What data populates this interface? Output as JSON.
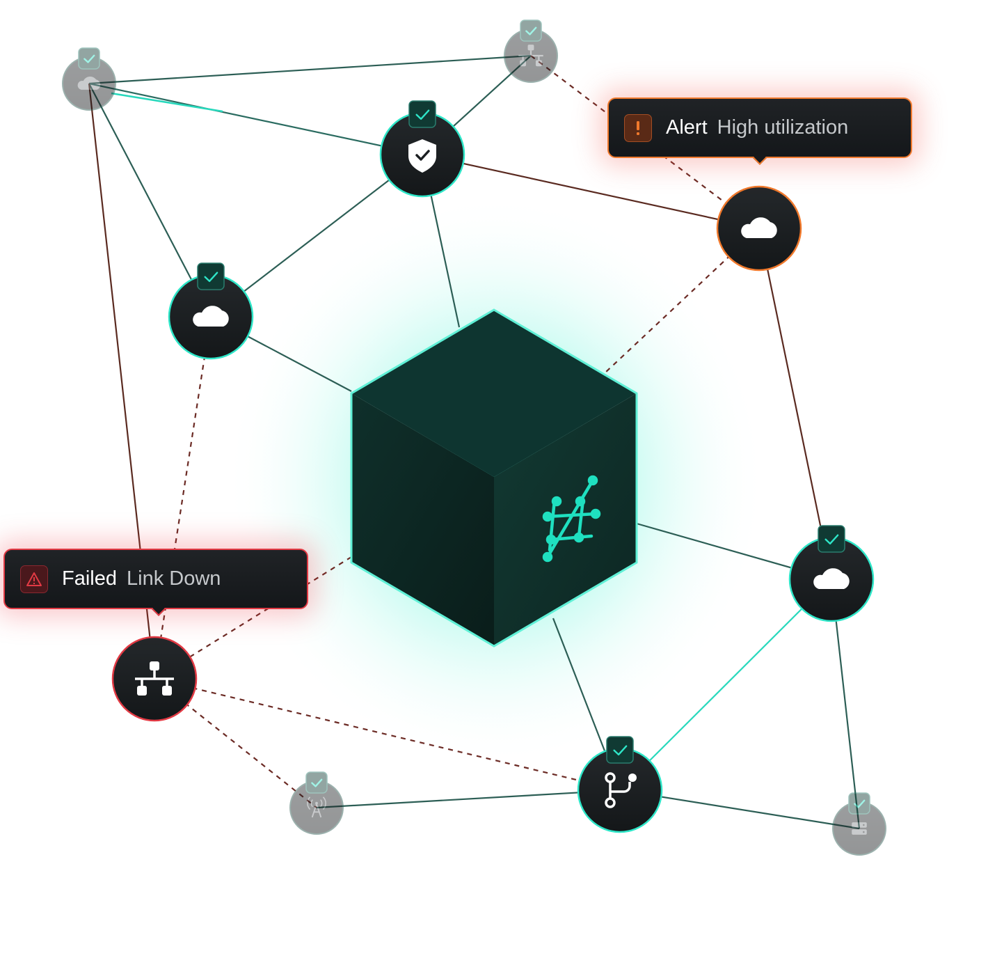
{
  "colors": {
    "healthy": "#2ee6c8",
    "warning": "#f0792c",
    "critical": "#e23a44",
    "node_fill": "#1b1e21",
    "cube_accent": "#1fe0c0"
  },
  "hub": {
    "icon": "network-mesh-icon"
  },
  "nodes": [
    {
      "id": "cloud-top-left",
      "icon": "cloud-icon",
      "status": "healthy",
      "checked": true
    },
    {
      "id": "network-top",
      "icon": "network-icon",
      "status": "healthy",
      "checked": true
    },
    {
      "id": "security",
      "icon": "shield-check-icon",
      "status": "healthy",
      "checked": true
    },
    {
      "id": "cloud-alert",
      "icon": "cloud-icon",
      "status": "warning",
      "checked": false
    },
    {
      "id": "cloud-left",
      "icon": "cloud-icon",
      "status": "healthy",
      "checked": true
    },
    {
      "id": "cloud-right",
      "icon": "cloud-icon",
      "status": "healthy",
      "checked": true
    },
    {
      "id": "network-failed",
      "icon": "network-icon",
      "status": "critical",
      "checked": false
    },
    {
      "id": "antenna",
      "icon": "antenna-icon",
      "status": "healthy",
      "checked": true
    },
    {
      "id": "branch",
      "icon": "git-branch-icon",
      "status": "healthy",
      "checked": true
    },
    {
      "id": "server",
      "icon": "server-icon",
      "status": "healthy",
      "checked": true
    }
  ],
  "alerts": {
    "alert": {
      "status": "Alert",
      "message": "High utilization",
      "icon": "exclamation-icon"
    },
    "failed": {
      "status": "Failed",
      "message": "Link Down",
      "icon": "warning-triangle-icon"
    }
  }
}
